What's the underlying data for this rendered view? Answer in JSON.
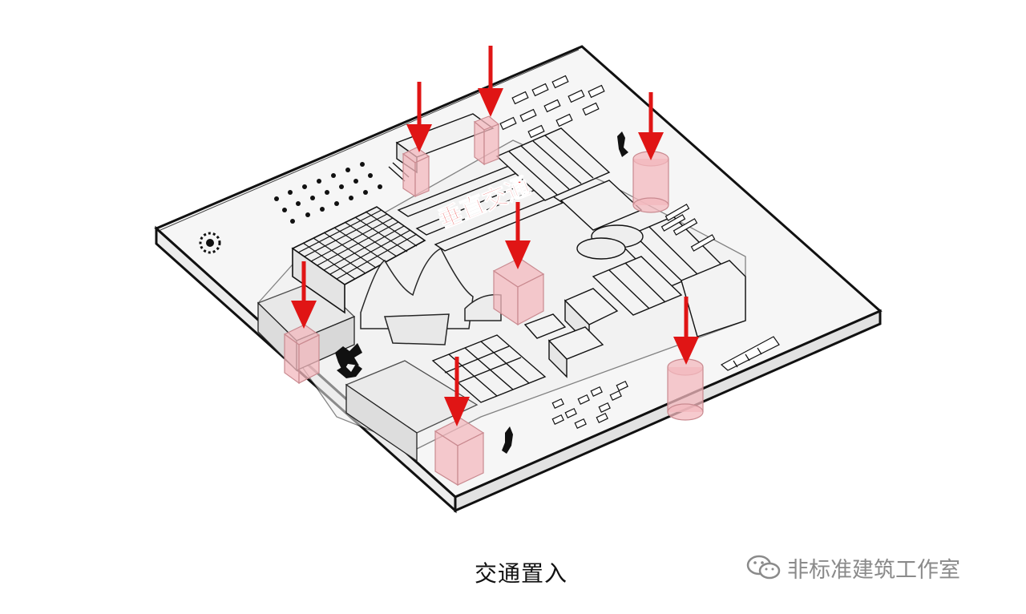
{
  "diagram": {
    "annotation_label": "垂直交通",
    "caption": "交通置入",
    "watermark_text": "非标准建筑工作室",
    "colors": {
      "arrow": "#e01515",
      "core_fill": "#f3b8bd",
      "line": "#111111",
      "slab_fill": "#f4f4f4"
    },
    "vertical_cores": [
      {
        "shape": "box"
      },
      {
        "shape": "box"
      },
      {
        "shape": "cylinder"
      },
      {
        "shape": "box"
      },
      {
        "shape": "box"
      },
      {
        "shape": "box"
      },
      {
        "shape": "cylinder"
      }
    ]
  }
}
